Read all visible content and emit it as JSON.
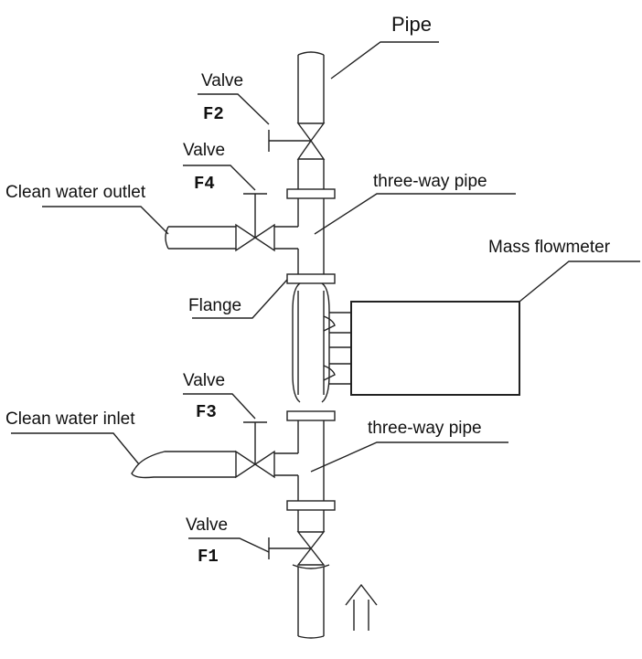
{
  "labels": {
    "pipe": "Pipe",
    "valve_f2_word": "Valve",
    "valve_f2_code": "F2",
    "valve_f4_word": "Valve",
    "valve_f4_code": "F4",
    "clean_water_outlet": "Clean water outlet",
    "three_way_upper": "three-way pipe",
    "mass_flowmeter": "Mass flowmeter",
    "flange": "Flange",
    "valve_f3_word": "Valve",
    "valve_f3_code": "F3",
    "clean_water_inlet": "Clean water inlet",
    "three_way_lower": "three-way pipe",
    "valve_f1_word": "Valve",
    "valve_f1_code": "F1"
  },
  "colors": {
    "line": "#222222",
    "text": "#111111",
    "background": "#ffffff"
  }
}
